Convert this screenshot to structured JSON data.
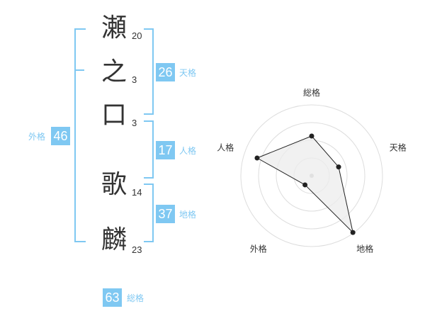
{
  "name_chars": [
    {
      "char": "瀬",
      "strokes": "20"
    },
    {
      "char": "之",
      "strokes": "3"
    },
    {
      "char": "口",
      "strokes": "3"
    },
    {
      "char": "歌",
      "strokes": "14"
    },
    {
      "char": "麟",
      "strokes": "23"
    }
  ],
  "scores": {
    "tenkaku": {
      "label": "天格",
      "value": "26"
    },
    "jinkaku": {
      "label": "人格",
      "value": "17"
    },
    "chikaku": {
      "label": "地格",
      "value": "37"
    },
    "gaikaku": {
      "label": "外格",
      "value": "46"
    },
    "soukaku": {
      "label": "総格",
      "value": "63"
    }
  },
  "radar": {
    "axes": [
      "総格",
      "天格",
      "地格",
      "外格",
      "人格"
    ],
    "values": [
      0.56,
      0.4,
      0.99,
      0.16,
      0.81
    ],
    "rings": 4,
    "colors": {
      "ring": "#dddddd",
      "fill": "#ececec",
      "line": "#222222",
      "point": "#222222",
      "center": "#bbbbbb"
    }
  },
  "colors": {
    "accent": "#7fc8f2",
    "text": "#333333"
  }
}
